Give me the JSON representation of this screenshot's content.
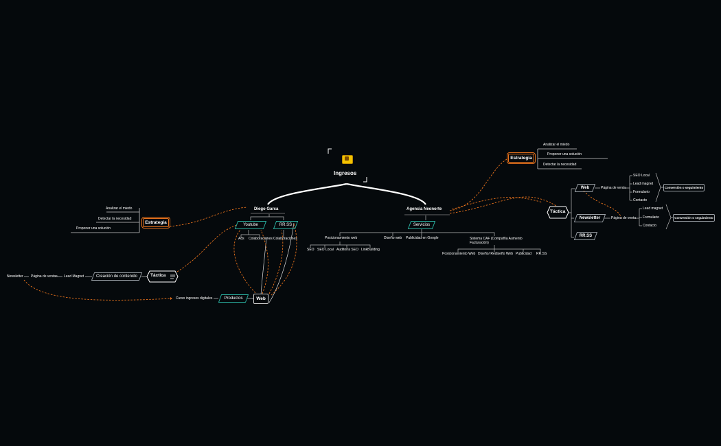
{
  "central": {
    "title": "Ingresos"
  },
  "diego": {
    "title": "Diego Garca",
    "estrategia": {
      "label": "Estrategia",
      "items": [
        "Analizar el miedo",
        "Detectar la necesidad",
        "Proponer una solución"
      ]
    },
    "youtube": "Youtube",
    "rrss": "RR.SS",
    "youtube_children": [
      "Ads",
      "Colaboraciones"
    ],
    "rrss_children": [
      "Colaboraciones"
    ],
    "tactica": {
      "label": "Táctica",
      "chain": [
        "Newsletter",
        "Página de ventas",
        "Lead Magnet",
        "Creación de contenido"
      ]
    },
    "web": "Web",
    "productos": "Productos",
    "curso": "Curso ingresos digitales"
  },
  "agencia": {
    "title": "Agencia Neonorte",
    "servicios": "Servicios",
    "services": {
      "posicionamiento": {
        "label": "Posicionamiento web",
        "children": [
          "SEO",
          "SEO Local",
          "Auditoría SEO",
          "LinkBuilding"
        ]
      },
      "diseno": "Diseño web",
      "publicidad": "Publicidad en Google",
      "caf": {
        "label": "Sistema CAF (Compañía Aumento Facturación)",
        "children": [
          "Posicionamiento Web",
          "Diseño/ Rediseño Web",
          "Publicidad",
          "RR.SS"
        ]
      }
    },
    "estrategia": {
      "label": "Estrategia",
      "items": [
        "Analizar el miedo",
        "Proponer una solución",
        "Detectar la necesidad"
      ]
    },
    "tactica": {
      "label": "Táctica",
      "web": {
        "label": "Web",
        "pagina": "Página de venta",
        "items": [
          "SEO Local",
          "Lead magnet",
          "Formulario",
          "Contacto"
        ],
        "result": "Conversión o seguimiento"
      },
      "newsletter": {
        "label": "Newsletter",
        "pagina": "Página de venta",
        "items": [
          "Lead magnet",
          "Formulario",
          "Contacto"
        ],
        "result": "Conversión o seguimiento"
      },
      "rrss": "RR.SS"
    }
  },
  "colors": {
    "background": "#05090c",
    "line": "#ffffff",
    "accent": "#e8731c",
    "teal": "#2ab0a0"
  }
}
